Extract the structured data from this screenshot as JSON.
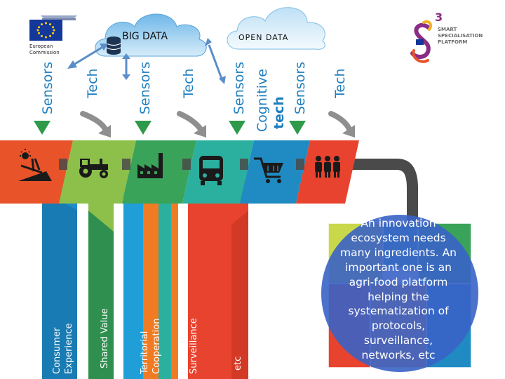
{
  "header": {
    "ec_logo_line1": "European",
    "ec_logo_line2": "Commission",
    "s3_logo_line1": "SMART",
    "s3_logo_line2": "SPECIALISATION",
    "s3_logo_line3": "PLATFORM",
    "s3_logo_numeral": "3"
  },
  "clouds": {
    "big_data": "BIG DATA",
    "open_data": "OPEN DATA"
  },
  "top_labels": [
    {
      "text": "Sensors",
      "color": "#1f7fbf"
    },
    {
      "text": "Tech",
      "color": "#1f7fbf"
    },
    {
      "text": "Sensors",
      "color": "#1f7fbf"
    },
    {
      "text": "Tech",
      "color": "#1f7fbf"
    },
    {
      "text": "Sensors",
      "color": "#1f7fbf"
    },
    {
      "text": "Cognitive",
      "color": "#1f7fbf"
    },
    {
      "text": "tech",
      "color": "#1f7fbf"
    },
    {
      "text": "Sensors",
      "color": "#1f7fbf"
    },
    {
      "text": "Tech",
      "color": "#1f7fbf"
    }
  ],
  "chain_stages": [
    {
      "icon": "farm-field-icon",
      "color": "#e8532a"
    },
    {
      "icon": "tractor-icon",
      "color": "#8cc04a"
    },
    {
      "icon": "factory-icon",
      "color": "#3aa35a"
    },
    {
      "icon": "truck-icon",
      "color": "#2bb0a0"
    },
    {
      "icon": "shopping-cart-icon",
      "color": "#1f8bc2"
    },
    {
      "icon": "people-icon",
      "color": "#e8432e"
    }
  ],
  "bottom_bars": [
    {
      "line1": "Consumer",
      "line2": "Experience",
      "color": "#1e8cc8"
    },
    {
      "line1": "Shared Value",
      "line2": "",
      "color": "#8cc04a"
    },
    {
      "line1": "Territorial",
      "line2": "Cooperation",
      "color": "#1f9ed8"
    },
    {
      "line1": "Surveillance",
      "line2": "",
      "color": "#f07b22"
    },
    {
      "line1": "etc",
      "line2": "",
      "color": "#e8432e"
    }
  ],
  "bubble": {
    "text": "An innovation\necosystem needs\nmany ingredients. An\nimportant one is an\nagri-food platform\nhelping the\nsystematization of\nprotocols,\nsurveillance,\nnetworks, etc",
    "color": "#3a63c6"
  }
}
